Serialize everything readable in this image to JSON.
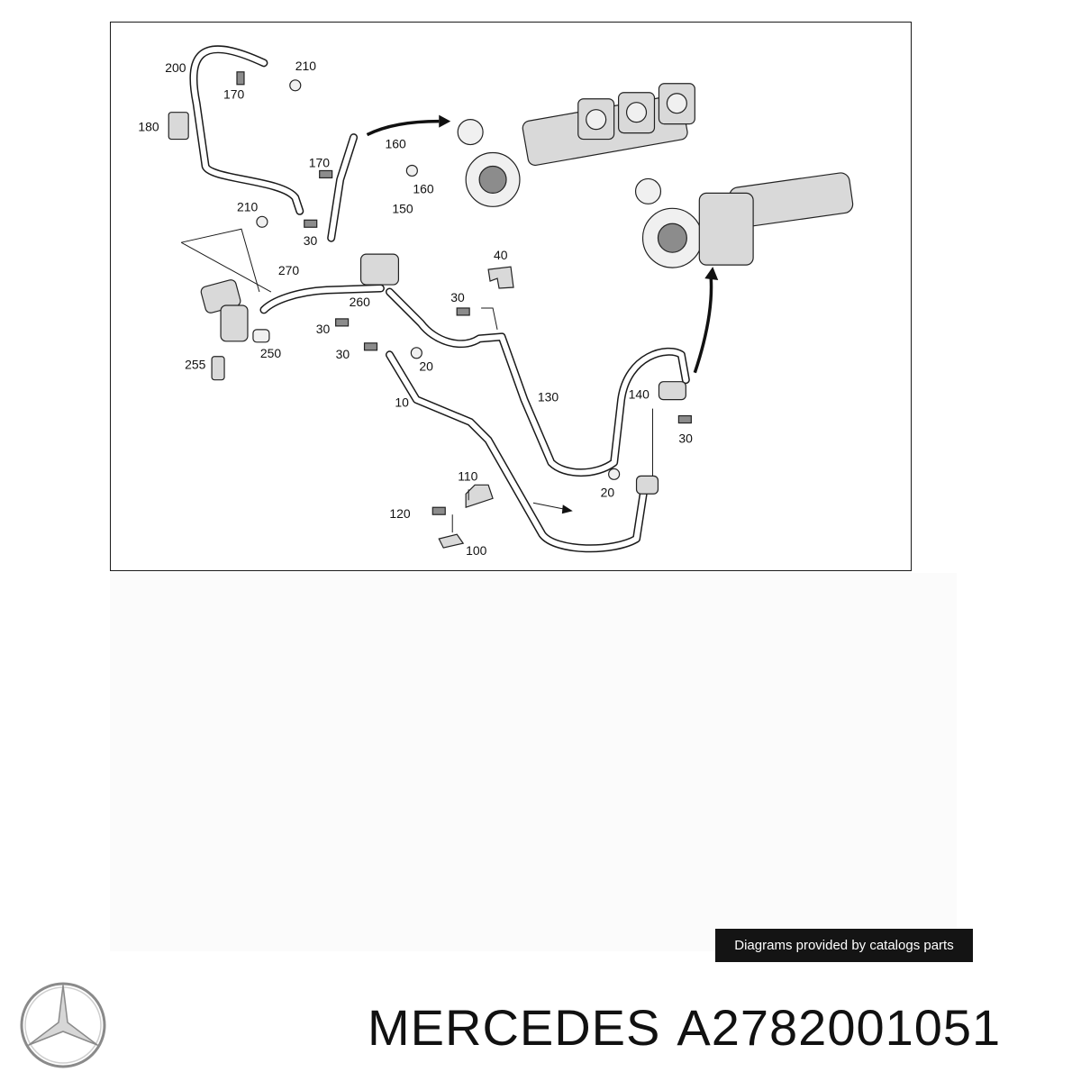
{
  "diagram": {
    "callouts": [
      {
        "id": "c200",
        "text": "200"
      },
      {
        "id": "c210a",
        "text": "210"
      },
      {
        "id": "c170a",
        "text": "170"
      },
      {
        "id": "c180",
        "text": "180"
      },
      {
        "id": "c160a",
        "text": "160"
      },
      {
        "id": "c170b",
        "text": "170"
      },
      {
        "id": "c160b",
        "text": "160"
      },
      {
        "id": "c210b",
        "text": "210"
      },
      {
        "id": "c150",
        "text": "150"
      },
      {
        "id": "c30a",
        "text": "30"
      },
      {
        "id": "c270",
        "text": "270"
      },
      {
        "id": "c40",
        "text": "40"
      },
      {
        "id": "c260",
        "text": "260"
      },
      {
        "id": "c30b",
        "text": "30"
      },
      {
        "id": "c30c",
        "text": "30"
      },
      {
        "id": "c250",
        "text": "250"
      },
      {
        "id": "c30d",
        "text": "30"
      },
      {
        "id": "c255",
        "text": "255"
      },
      {
        "id": "c20a",
        "text": "20"
      },
      {
        "id": "c130",
        "text": "130"
      },
      {
        "id": "c140",
        "text": "140"
      },
      {
        "id": "c10",
        "text": "10"
      },
      {
        "id": "c30e",
        "text": "30"
      },
      {
        "id": "c110",
        "text": "110"
      },
      {
        "id": "c20b",
        "text": "20"
      },
      {
        "id": "c120",
        "text": "120"
      },
      {
        "id": "c100",
        "text": "100"
      }
    ]
  },
  "credit": {
    "text": "Diagrams provided by catalogs parts"
  },
  "brand": {
    "name": "MERCEDES",
    "part_number": "A2782001051",
    "logo_icon": "mercedes-star-icon"
  }
}
